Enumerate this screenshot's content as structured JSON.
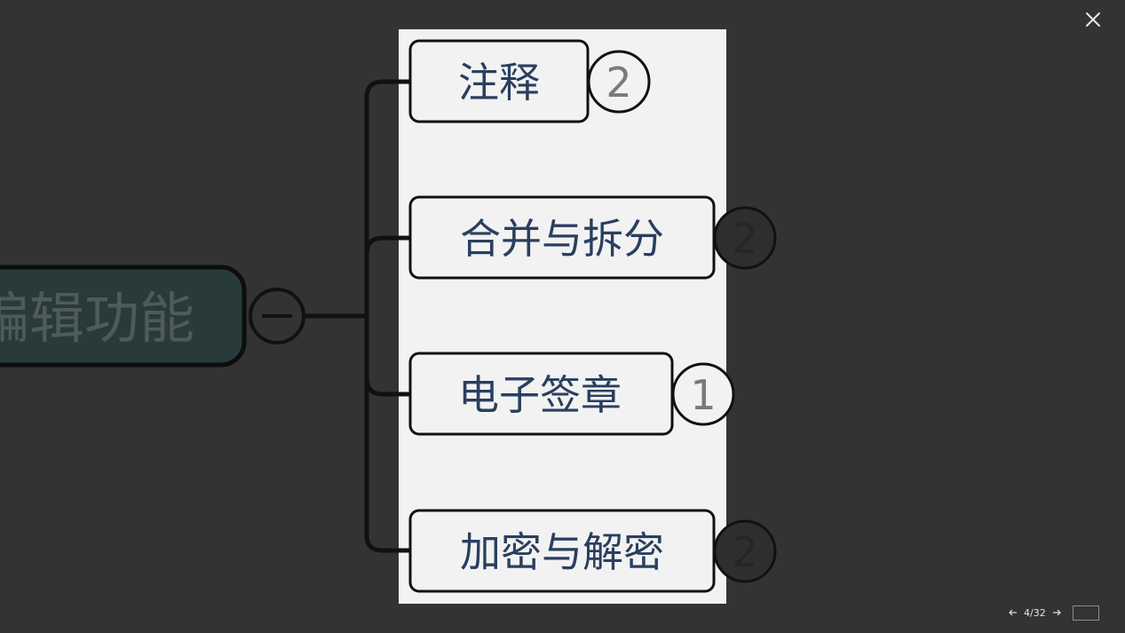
{
  "viewer": {
    "page_current": "4",
    "page_separator": "/",
    "page_total": "32",
    "page_input_value": "",
    "close_icon": "close-icon",
    "prev_icon": "arrow-left-icon",
    "next_icon": "arrow-right-icon"
  },
  "mindmap": {
    "root": {
      "label": "编辑功能",
      "toggle_icon": "collapse-minus-icon"
    },
    "children": [
      {
        "label": "注释",
        "count": "2"
      },
      {
        "label": "合并与拆分",
        "count": "2"
      },
      {
        "label": "电子签章",
        "count": "1"
      },
      {
        "label": "加密与解密",
        "count": "2"
      }
    ]
  },
  "colors": {
    "background": "#333333",
    "slide": "#f2f2f2",
    "node_text": "#2a3f5f",
    "line": "#111111",
    "count_text": "#7a7a7a",
    "root_fill": "#283a3a",
    "root_text": "#4f5a5a"
  }
}
